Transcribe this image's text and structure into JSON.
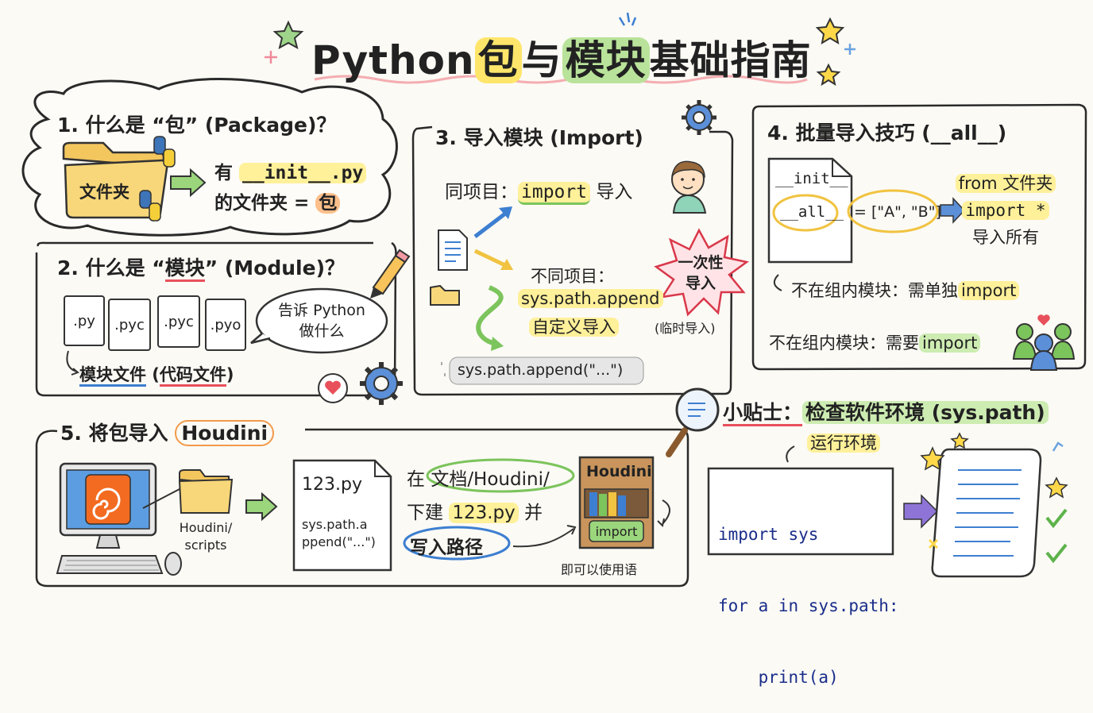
{
  "title": {
    "prefix": "Python",
    "w1": "包",
    "w2": "与",
    "w3": "模块",
    "w4": "基础指南"
  },
  "s1": {
    "heading": "1. 什么是 “包” (Package)？",
    "folder_label": "文件夹",
    "line1_a": "有",
    "line1_b": "__init__.py",
    "line2_a": "的文件夹 =",
    "line2_b": "包"
  },
  "s2": {
    "heading_a": "2. 什么是 “",
    "heading_b": "模块",
    "heading_c": "” (Module)？",
    "files": [
      ".py",
      ".pyc",
      ".pyc",
      ".pyo"
    ],
    "bubble": [
      "告诉 Python",
      "做什么"
    ],
    "caption_a": "模块文件",
    "caption_b": " (",
    "caption_c": "代码文件",
    "caption_d": ")"
  },
  "s3": {
    "heading": "3. 导入模块 (Import)",
    "same_a": "同项目：",
    "same_b": "import",
    "same_c": "导入",
    "diff_title": "不同项目：",
    "diff_code": "sys.path.append",
    "diff_sub": "自定义导入",
    "burst": [
      "一次性",
      "导入"
    ],
    "temp": "(临时导入)",
    "code_line": "sys.path.append(\"...\")"
  },
  "s4": {
    "heading": "4. 批量导入技巧 (__all__)",
    "file_title": "__init__",
    "all_a": "__all__",
    "all_b": "= [\"A\", \"B\"]",
    "result": [
      "from 文件夹",
      "import *",
      "导入所有"
    ],
    "note1_a": "不在组内模块：需单独",
    "note1_b": "import",
    "note2_a": "不在组内模块：需要",
    "note2_b": "import"
  },
  "s5": {
    "heading_a": "5. 将包导入",
    "heading_b": "Houdini",
    "folder_caption": [
      "Houdini/",
      "scripts"
    ],
    "file_title": "123.py",
    "file_body": [
      "sys.path.a",
      "ppend(\"...\")"
    ],
    "step_a": "在",
    "step_b": "文档/Houdini/",
    "step_c": "下建",
    "step_d": "123.py",
    "step_e": "并",
    "step_f": "写入路径",
    "book_title": "Houdini",
    "book_btn": "import",
    "book_caption": "即可以使用语"
  },
  "tip": {
    "heading_a": "小贴士：",
    "heading_b": "检查软件环境 (sys.path)",
    "env": "运行环境",
    "code": [
      "import sys",
      "for a in sys.path:",
      "    print(a)"
    ]
  },
  "colors": {
    "yellow": "#ffe66b",
    "green": "#b9e39a",
    "orange": "#ffbf8a",
    "blue": "#3d7fd1",
    "ink": "#222222"
  }
}
